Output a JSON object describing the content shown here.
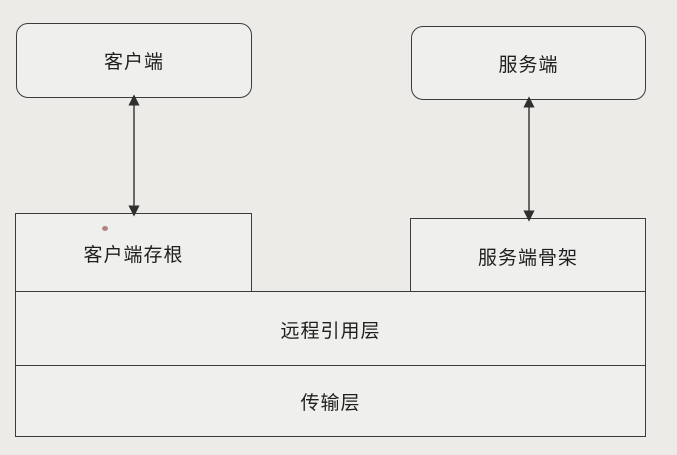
{
  "diagram": {
    "client": "客户端",
    "server": "服务端",
    "client_stub": "客户端存根",
    "server_skeleton": "服务端骨架",
    "remote_reference_layer": "远程引用层",
    "transport_layer": "传输层"
  },
  "colors": {
    "background": "#ecebe8",
    "box_fill": "#efefed",
    "border": "#3b3b3b",
    "text": "#1f1f1f"
  }
}
